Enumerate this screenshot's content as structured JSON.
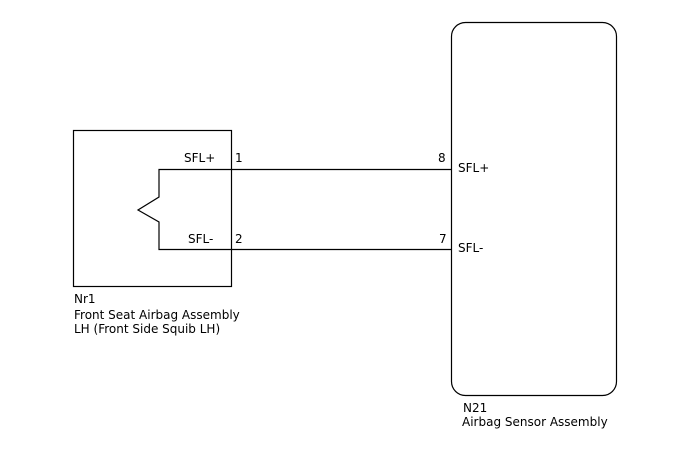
{
  "left_component": {
    "id": "Nr1",
    "name_line1": "Front Seat Airbag Assembly",
    "name_line2": "LH (Front Side Squib LH)",
    "pins": [
      {
        "number": "1",
        "signal": "SFL+"
      },
      {
        "number": "2",
        "signal": "SFL-"
      }
    ]
  },
  "right_component": {
    "id": "N21",
    "name": "Airbag Sensor Assembly",
    "pins": [
      {
        "number": "8",
        "signal": "SFL+"
      },
      {
        "number": "7",
        "signal": "SFL-"
      }
    ]
  }
}
